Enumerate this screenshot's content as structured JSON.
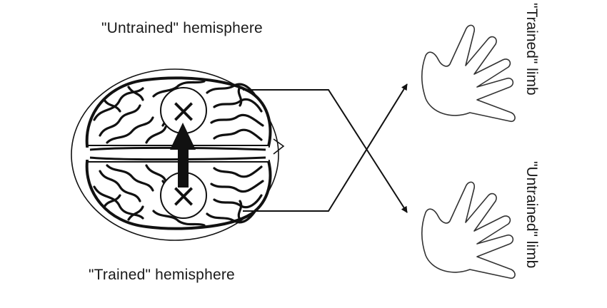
{
  "labels": {
    "untrained_hemisphere": "\"Untrained\" hemisphere",
    "trained_hemisphere": "\"Trained\" hemisphere",
    "trained_limb": "\"Trained\" limb",
    "untrained_limb": "\"Untrained\" limb"
  },
  "marks": {
    "top_circle": "×",
    "bottom_circle": "×"
  },
  "icons": [
    "brain-icon",
    "left-hand-icon",
    "right-hand-icon"
  ],
  "colors": {
    "ink": "#111111",
    "background": "#ffffff"
  }
}
